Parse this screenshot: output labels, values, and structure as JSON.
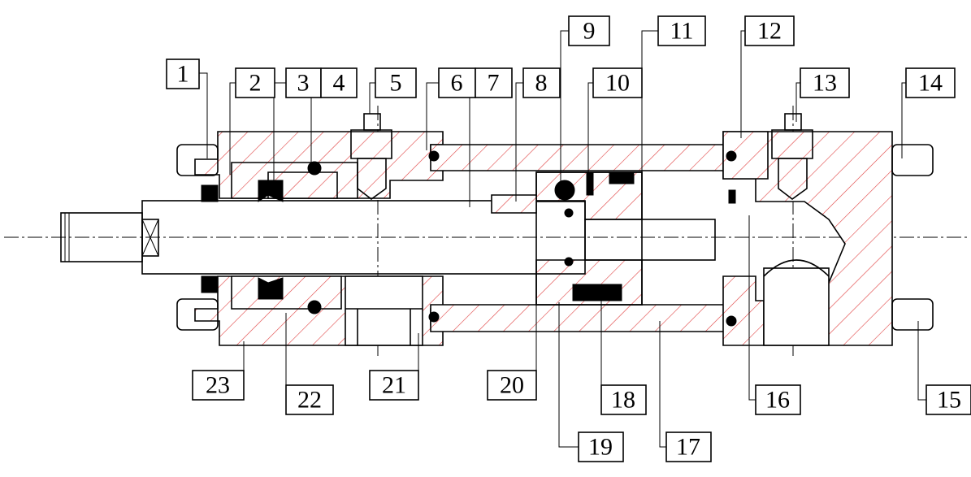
{
  "callouts": [
    {
      "label": "1"
    },
    {
      "label": "2"
    },
    {
      "label": "3"
    },
    {
      "label": "4"
    },
    {
      "label": "5"
    },
    {
      "label": "6"
    },
    {
      "label": "7"
    },
    {
      "label": "8"
    },
    {
      "label": "9"
    },
    {
      "label": "10"
    },
    {
      "label": "11"
    },
    {
      "label": "12"
    },
    {
      "label": "13"
    },
    {
      "label": "14"
    },
    {
      "label": "15"
    },
    {
      "label": "16"
    },
    {
      "label": "17"
    },
    {
      "label": "18"
    },
    {
      "label": "19"
    },
    {
      "label": "20"
    },
    {
      "label": "21"
    },
    {
      "label": "22"
    },
    {
      "label": "23"
    }
  ],
  "colors": {
    "hatch": "#e04040",
    "outline": "#000000",
    "seal": "#000000"
  }
}
